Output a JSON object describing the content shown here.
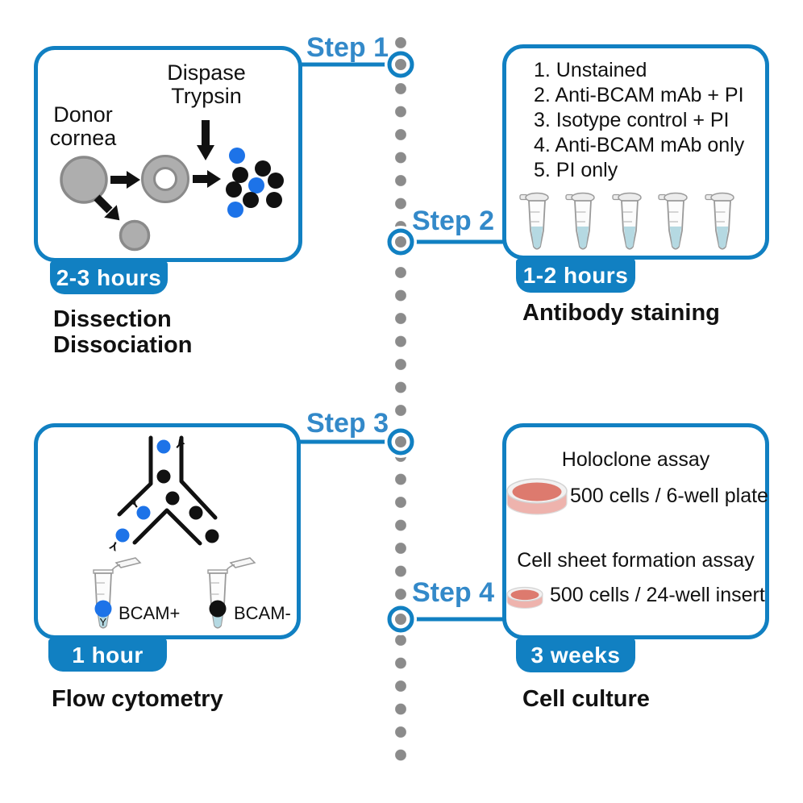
{
  "colors": {
    "accent_blue": "#1180c2",
    "step_label_blue": "#3389c9",
    "timeline_dot_gray": "#8b8b8b",
    "cell_positive_blue": "#1d73e8",
    "cell_negative_black": "#111111",
    "tube_liquid": "#b5d9e2",
    "culture_medium": "#dd7a6e"
  },
  "steps": [
    {
      "label": "Step 1",
      "duration": "2-3 hours",
      "caption_lines": [
        "Dissection",
        "Dissociation"
      ]
    },
    {
      "label": "Step 2",
      "duration": "1-2 hours",
      "caption_lines": [
        "Antibody staining"
      ]
    },
    {
      "label": "Step 3",
      "duration": "1 hour",
      "caption_lines": [
        "Flow cytometry"
      ]
    },
    {
      "label": "Step 4",
      "duration": "3 weeks",
      "caption_lines": [
        "Cell culture"
      ]
    }
  ],
  "panel1": {
    "reagent_lines": [
      "Dispase",
      "Trypsin"
    ],
    "source_lines": [
      "Donor",
      "cornea"
    ]
  },
  "panel2": {
    "samples": [
      "1. Unstained",
      "2. Anti-BCAM mAb + PI",
      "3. Isotype control + PI",
      "4. Anti-BCAM mAb only",
      "5. PI only"
    ]
  },
  "panel3": {
    "positive_label": "BCAM+",
    "negative_label": "BCAM-"
  },
  "panel4": {
    "assays": [
      {
        "title": "Holoclone assay",
        "detail": "500 cells / 6-well plate"
      },
      {
        "title": "Cell sheet formation assay",
        "detail": "500 cells / 24-well insert"
      }
    ]
  }
}
